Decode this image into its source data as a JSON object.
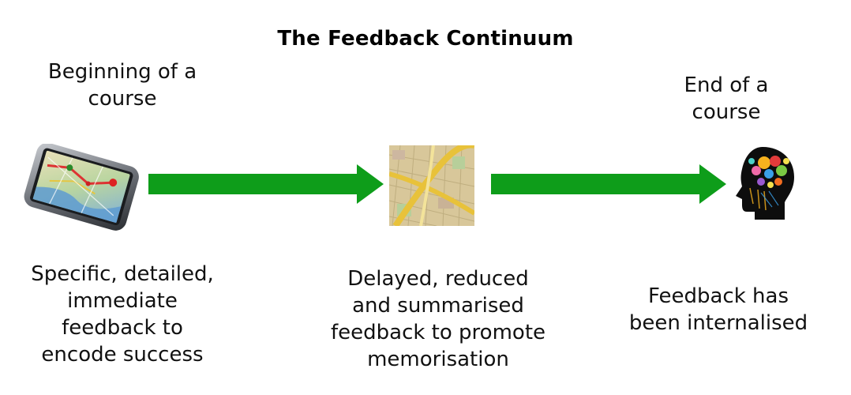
{
  "title": "The Feedback Continuum",
  "start": {
    "label_lines": [
      "Beginning of a",
      "course"
    ],
    "description_lines": [
      "Specific, detailed,",
      "immediate",
      "feedback to",
      "encode success"
    ]
  },
  "middle": {
    "description_lines": [
      "Delayed, reduced",
      "and summarised",
      "feedback to promote",
      "memorisation"
    ]
  },
  "end": {
    "label_lines": [
      "End of a",
      "course"
    ],
    "description_lines": [
      "Feedback has",
      "been internalised"
    ]
  },
  "colors": {
    "arrow": "#0e9d1a",
    "text": "#111111"
  },
  "icons": [
    "phone-gps-icon",
    "map-icon",
    "brain-head-icon"
  ]
}
